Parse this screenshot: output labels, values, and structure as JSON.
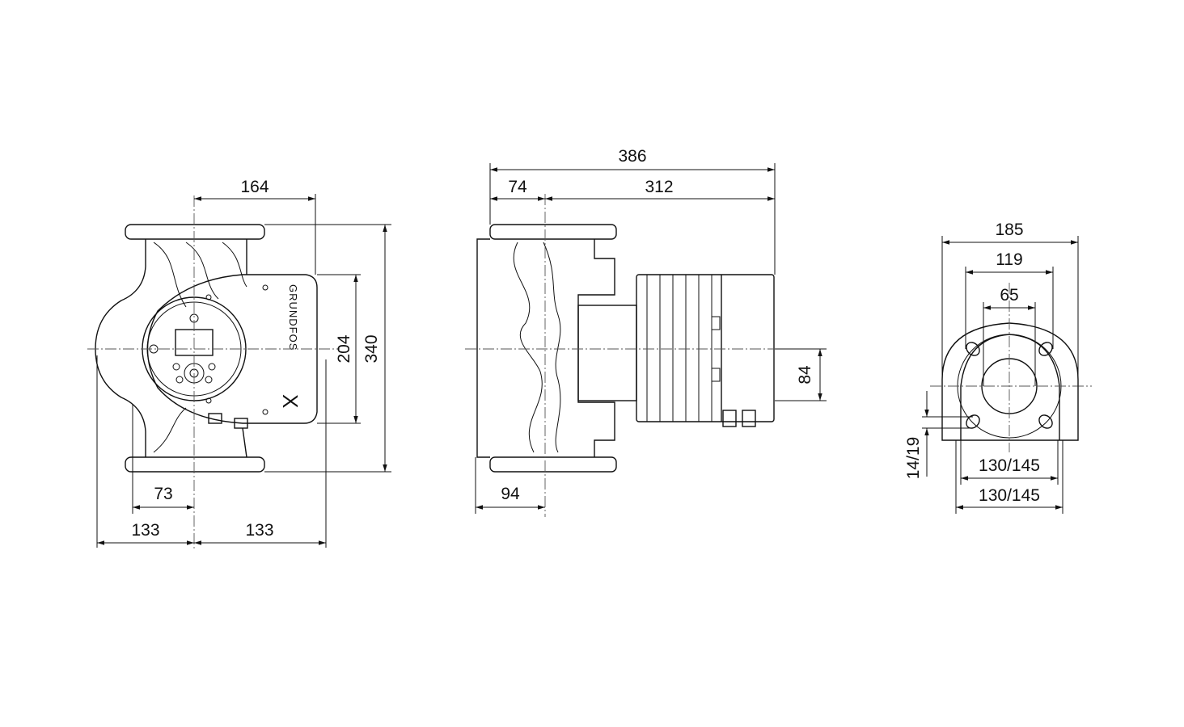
{
  "dimensions": {
    "front": {
      "width_164": "164",
      "height_340": "340",
      "height_204": "204",
      "offset_73": "73",
      "left_133": "133",
      "right_133": "133"
    },
    "side": {
      "overall_386": "386",
      "flange_74": "74",
      "motor_312": "312",
      "axis_84": "84",
      "base_94": "94"
    },
    "flange_view": {
      "outer_185": "185",
      "bolt_119": "119",
      "bore_65": "65",
      "hole_14_19": "14/19",
      "pcd_a": "130/145",
      "pcd_b": "130/145"
    }
  },
  "branding": {
    "logo_text": "GRUNDFOS",
    "logo_mark": "X"
  },
  "colors": {
    "line": "#111111",
    "background": "#ffffff"
  }
}
